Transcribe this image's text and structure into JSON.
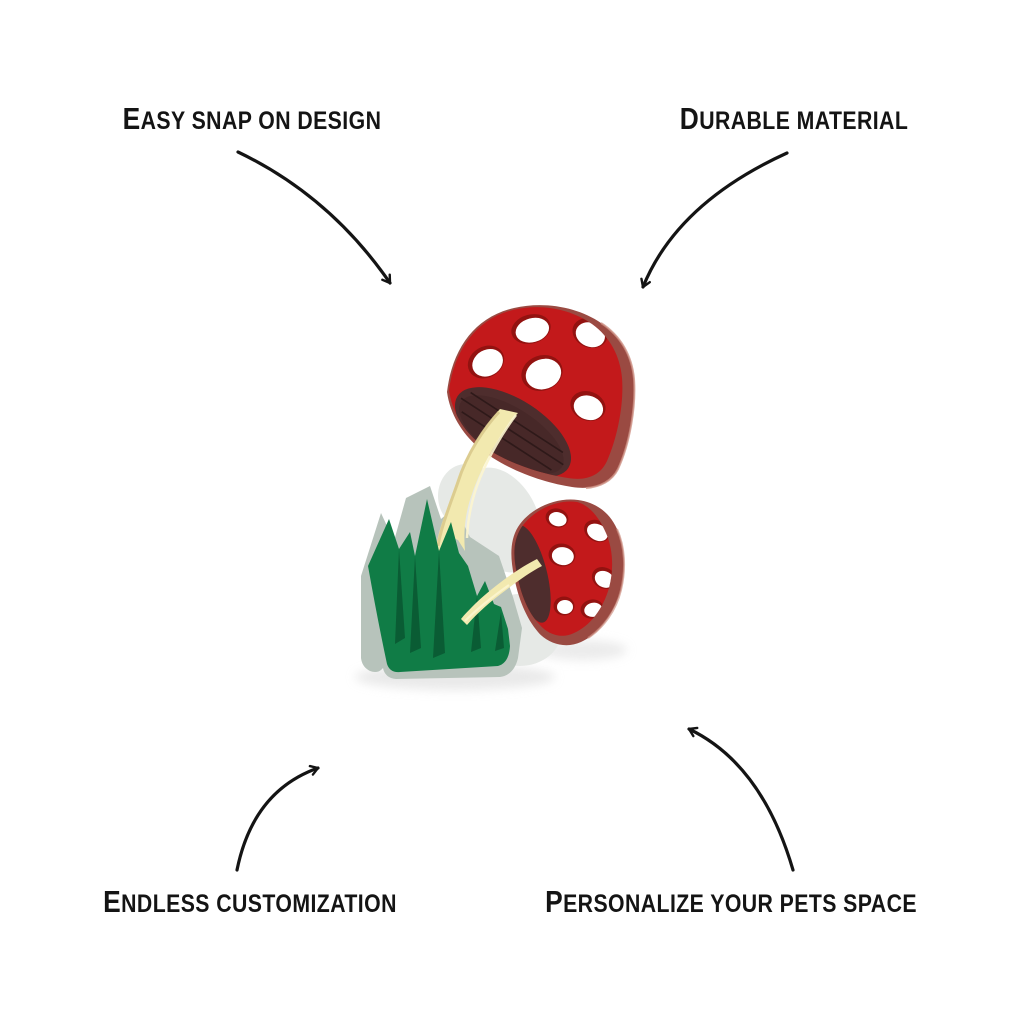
{
  "page": {
    "background": "#FFFFFF"
  },
  "features": [
    {
      "label": "Easy snap on design",
      "position": "top-left"
    },
    {
      "label": "Durable material",
      "position": "top-right"
    },
    {
      "label": "Endless customization",
      "position": "bottom-left"
    },
    {
      "label": "Personalize your pets space",
      "position": "bottom-right"
    }
  ],
  "product": {
    "name": "mushroom-charm",
    "colors": {
      "background": "#FFFFFF",
      "text": "#141414",
      "cap_red": "#C3191B",
      "cap_depth": "#9A4A42",
      "cap_depth_light": "#CE9184",
      "spot_white": "#FFFFFF",
      "spot_rim": "#8E1210",
      "gill_brown": "#4E2D2D",
      "gill_line": "#2E1919",
      "stem_cream": "#F2E9AF",
      "stem_shadow": "#D9C98C",
      "stem_highlight": "#FCF5CF",
      "grass_green": "#107C46",
      "grass_dark": "#0A5C34",
      "grass_base": "#B7C3BB",
      "backplate": "#E6E9E6",
      "shadow": "#D8D8D8"
    }
  }
}
